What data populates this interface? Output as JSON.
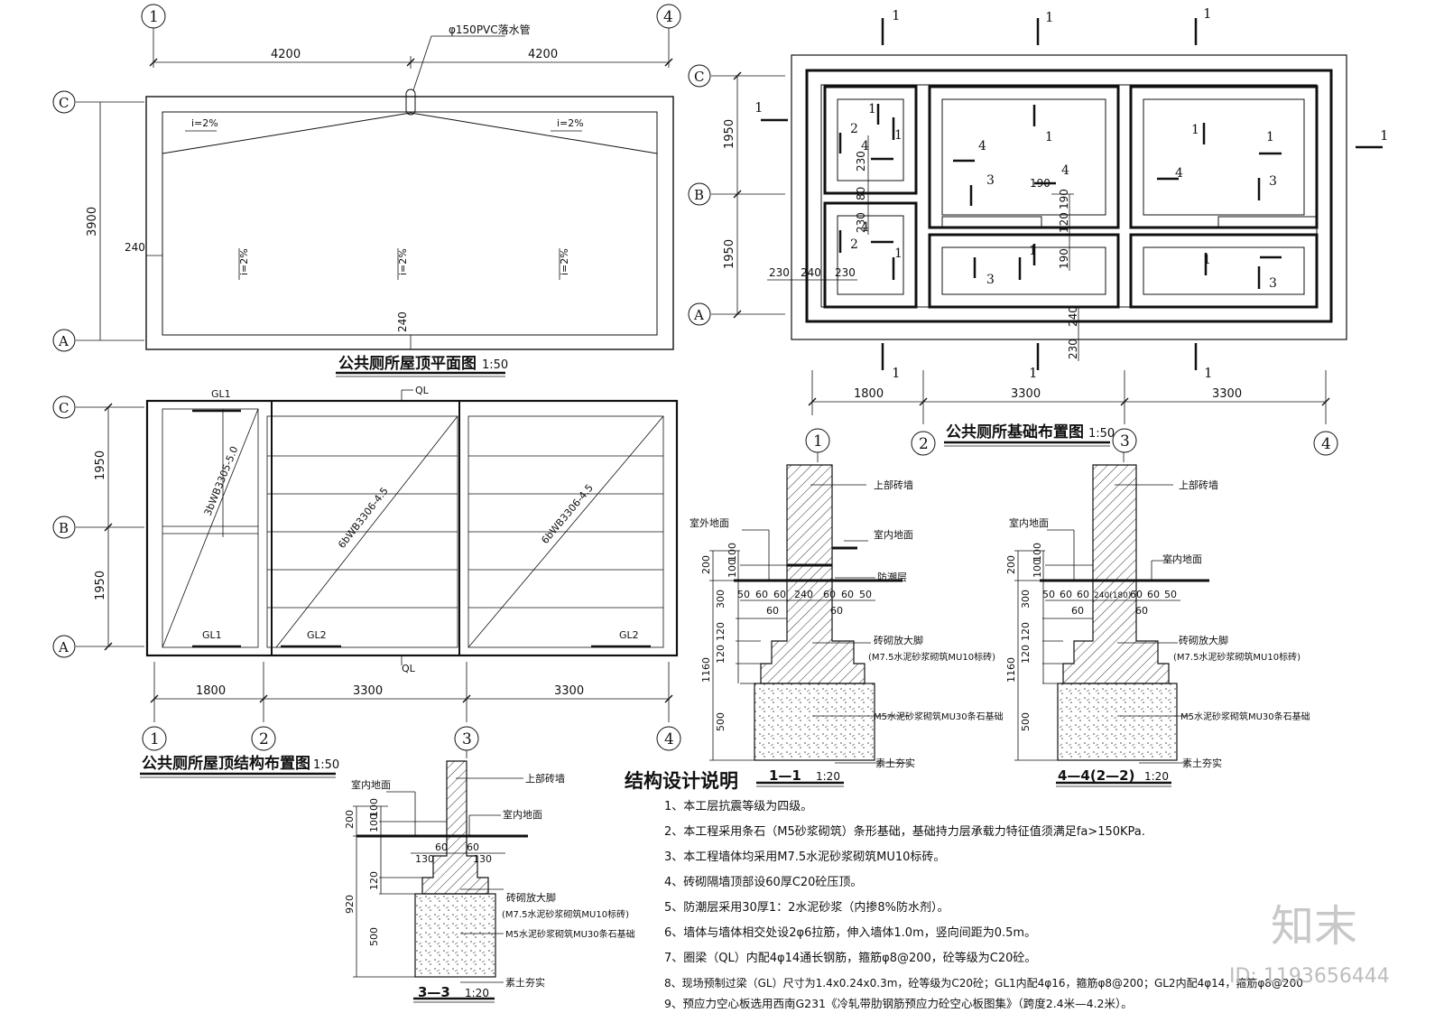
{
  "titles": {
    "roof_plan": "公共厕所屋顶平面图",
    "roof_plan_scale": "1:50",
    "roof_struct": "公共厕所屋顶结构布置图",
    "roof_struct_scale": "1:50",
    "foundation": "公共厕所基础布置图",
    "foundation_scale": "1:50",
    "sec11": "1—1",
    "sec11_scale": "1:20",
    "sec44": "4—4(2—2)",
    "sec44_scale": "1:20",
    "sec33": "3—3",
    "sec33_scale": "1:20"
  },
  "roof_plan": {
    "axis_1": "1",
    "axis_4": "4",
    "axis_c": "C",
    "axis_a": "A",
    "dim_left_half": "4200",
    "dim_right_half": "4200",
    "dim_height": "3900",
    "dim_wall_left": "240",
    "dim_wall_bottom": "240",
    "pipe_label": "φ150PVC落水管",
    "slope_1": "i=2%",
    "slope_2": "i=2%",
    "slope_3": "i=2%",
    "slope_4": "i=2%",
    "slope_5": "i=2%"
  },
  "roof_struct": {
    "axis_c": "C",
    "axis_b": "B",
    "axis_a": "A",
    "axis_1": "1",
    "axis_2": "2",
    "axis_3": "3",
    "axis_4": "4",
    "dim_cb": "1950",
    "dim_ba": "1950",
    "dim_12": "1800",
    "dim_23": "3300",
    "dim_34": "3300",
    "gl1_top": "GL1",
    "gl1_bottom": "GL1",
    "gl2_left": "GL2",
    "gl2_right": "GL2",
    "ql_top": "QL",
    "ql_bottom": "QL",
    "slab_1": "3bWB3305-5.0",
    "slab_2": "6bWB3306-4.5",
    "slab_3": "6bWB3306-4.5"
  },
  "foundation": {
    "axis_c": "C",
    "axis_b": "B",
    "axis_a": "A",
    "axis_1": "1",
    "axis_2": "2",
    "axis_3": "3",
    "axis_4": "4",
    "dim_cb": "1950",
    "dim_ba": "1950",
    "dim_12": "1800",
    "dim_23": "3300",
    "dim_34": "3300",
    "dim_230a": "230",
    "dim_240": "240",
    "dim_230b": "230",
    "dim_230c": "230",
    "dim_80": "80",
    "dim_230d": "230",
    "dim_190a": "190",
    "dim_190b": "190",
    "dim_120": "120",
    "dim_190c": "190",
    "dim_240b": "240",
    "dim_230e": "230",
    "cut_1": "1",
    "cut_3": "3",
    "cut_4": "4",
    "cut_2": "2"
  },
  "sec11": {
    "upper_wall": "上部砖墙",
    "outdoor_ground": "室外地面",
    "indoor_ground": "室内地面",
    "dpc": "防潮层",
    "footing": "砖砌放大脚",
    "footing_spec": "(M7.5水泥砂浆砌筑MU10标砖)",
    "stone_base": "M5水泥砂浆砌筑MU30条石基础",
    "soil": "素土夯实",
    "dim_200": "200",
    "dim_100a": "100",
    "dim_100b": "100",
    "dim_300": "300",
    "dim_120a": "120",
    "dim_120b": "120",
    "dim_1160": "1160",
    "dim_500": "500",
    "row_50a": "50",
    "row_60a": "60",
    "row_60b": "60",
    "row_240": "240",
    "row_60c": "60",
    "row_60d": "60",
    "row_50b": "50",
    "row_60e": "60",
    "row_60f": "60"
  },
  "sec44": {
    "upper_wall": "上部砖墙",
    "indoor_ground_l": "室内地面",
    "indoor_ground_r": "室内地面",
    "footing": "砖砌放大脚",
    "footing_spec": "(M7.5水泥砂浆砌筑MU10标砖)",
    "stone_base": "M5水泥砂浆砌筑MU30条石基础",
    "soil": "素土夯实",
    "dim_200": "200",
    "dim_100a": "100",
    "dim_100b": "100",
    "dim_300": "300",
    "dim_120a": "120",
    "dim_120b": "120",
    "dim_1160": "1160",
    "dim_500": "500",
    "row_50a": "50",
    "row_60a": "60",
    "row_60b": "60",
    "row_240": "240(180)",
    "row_60c": "60",
    "row_60d": "60",
    "row_50b": "50",
    "row_60e": "60",
    "row_60f": "60"
  },
  "sec33": {
    "upper_wall": "上部砖墙",
    "indoor_ground_l": "室内地面",
    "indoor_ground_r": "室内地面",
    "footing": "砖砌放大脚",
    "footing_spec": "(M7.5水泥砂浆砌筑MU10标砖)",
    "stone_base": "M5水泥砂浆砌筑MU30条石基础",
    "soil": "素土夯实",
    "dim_200": "200",
    "dim_100a": "100",
    "dim_100b": "100",
    "dim_920": "920",
    "dim_120": "120",
    "dim_500": "500",
    "row_60a": "60",
    "row_60b": "60",
    "row_130a": "130",
    "row_130b": "130"
  },
  "notes": {
    "title": "结构设计说明",
    "items": [
      "1、本工层抗震等级为四级。",
      "2、本工程采用条石（M5砂浆砌筑）条形基础，基础持力层承载力特征值须满足fa>150KPa.",
      "3、本工程墙体均采用M7.5水泥砂浆砌筑MU10标砖。",
      "4、砖砌隔墙顶部设60厚C20砼压顶。",
      "5、防潮层采用30厚1：2水泥砂浆（内掺8%防水剂）。",
      "6、墙体与墙体相交处设2φ6拉筋，伸入墙体1.0m，竖向间距为0.5m。",
      "7、圈梁（QL）内配4φ14通长钢筋，箍筋φ8@200，砼等级为C20砼。",
      "8、现场预制过梁（GL）尺寸为1.4x0.24x0.3m，砼等级为C20砼；GL1内配4φ16，箍筋φ8@200；GL2内配4φ14，箍筋φ8@200",
      "9、预应力空心板选用西南G231《冷轧带肋钢筋预应力砼空心板图集》（跨度2.4米—4.2米）。"
    ]
  },
  "watermark": {
    "logo": "知末",
    "id": "ID: 1193656444"
  }
}
